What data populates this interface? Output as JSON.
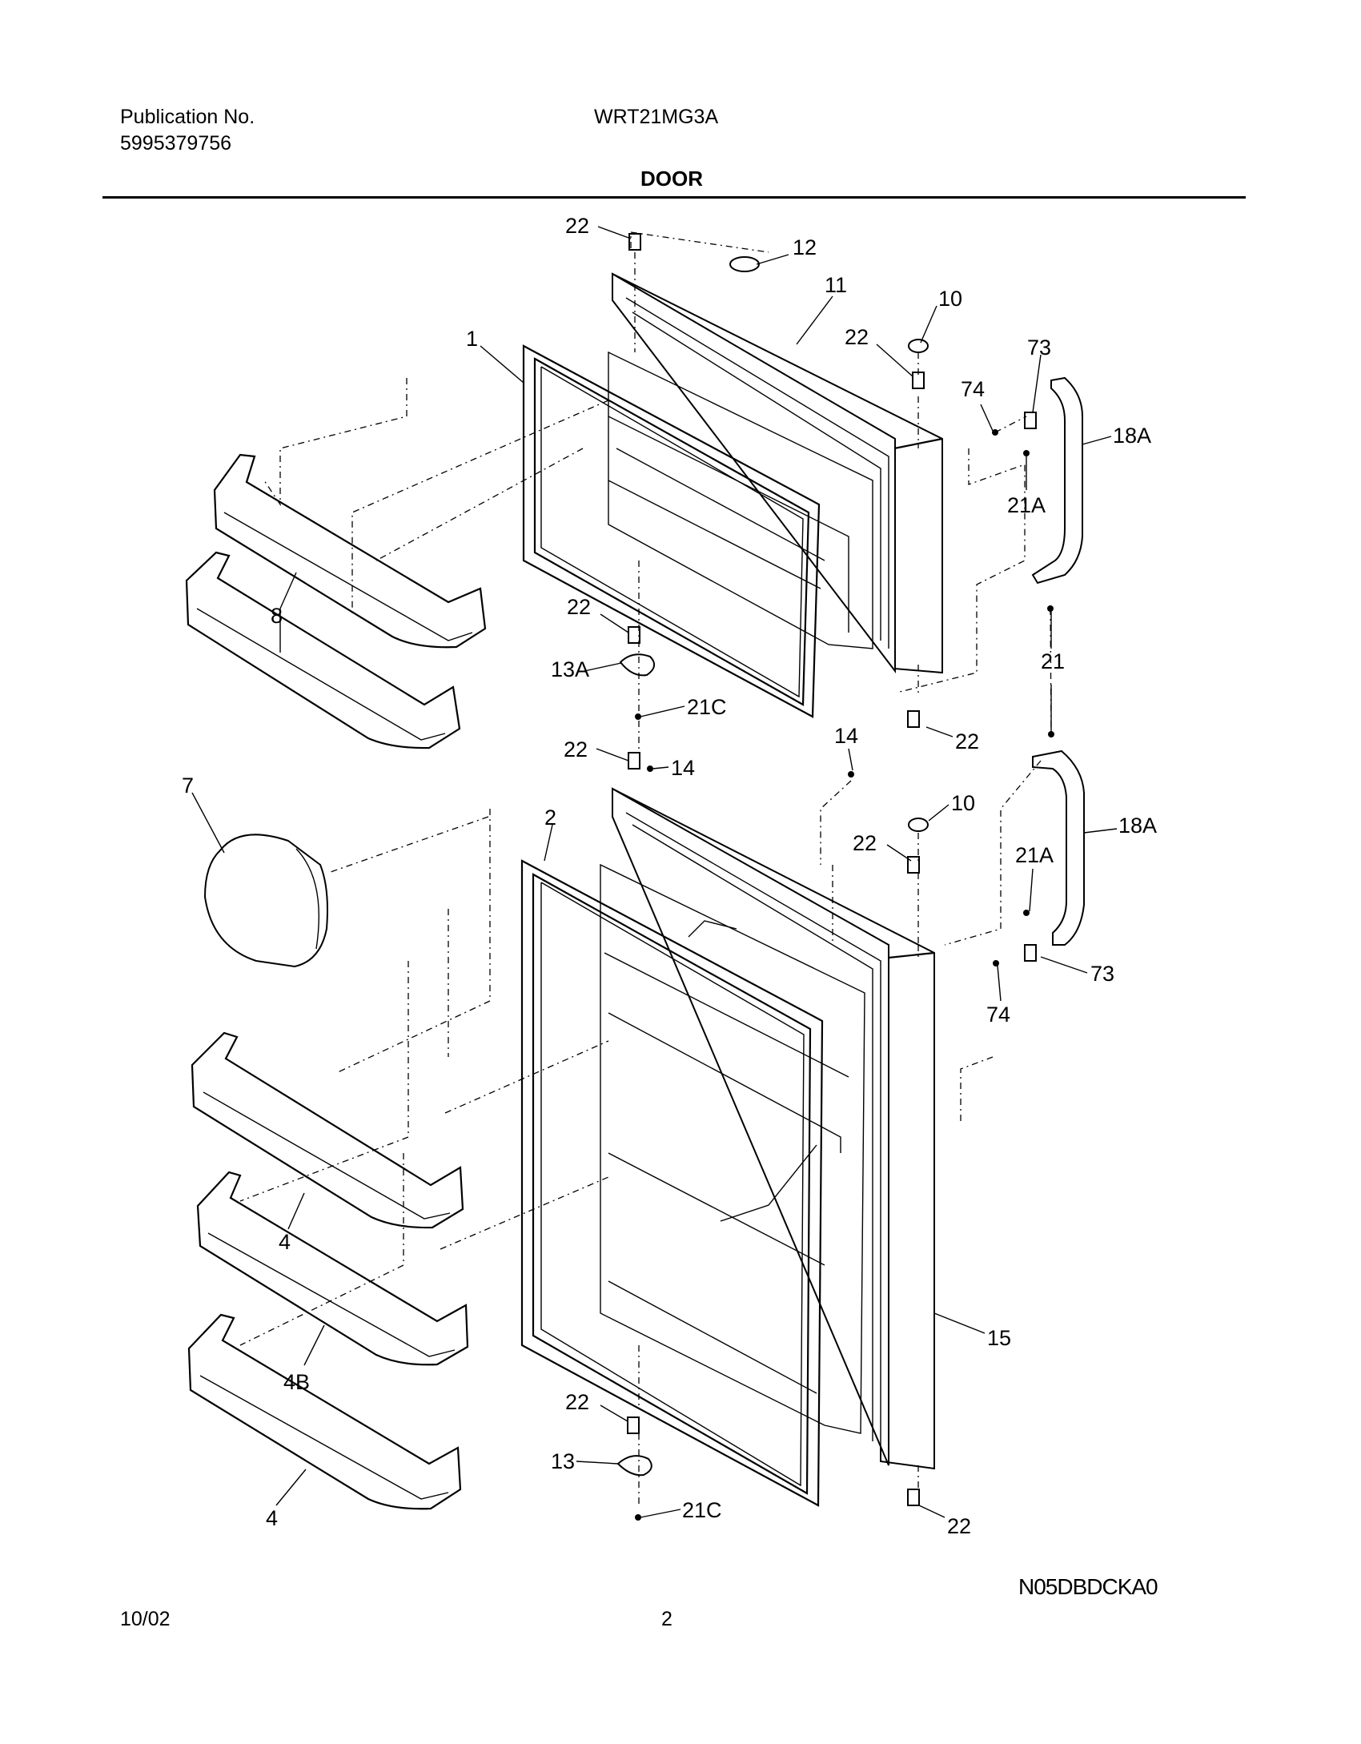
{
  "header": {
    "publication_label": "Publication No.",
    "publication_number": "5995379756",
    "model": "WRT21MG3A",
    "section_title": "DOOR"
  },
  "footer": {
    "date": "10/02",
    "page": "2",
    "diagram_code": "N05DBDCKA0"
  },
  "callouts": {
    "c1": "1",
    "c2": "2",
    "c4a": "4",
    "c4b": "4",
    "c4B": "4B",
    "c7": "7",
    "c8": "8",
    "c10a": "10",
    "c10b": "10",
    "c11": "11",
    "c12": "12",
    "c13": "13",
    "c13A": "13A",
    "c14a": "14",
    "c14b": "14",
    "c15": "15",
    "c18Aa": "18A",
    "c18Ab": "18A",
    "c21": "21",
    "c21Aa": "21A",
    "c21Ab": "21A",
    "c21Ca": "21C",
    "c21Cb": "21C",
    "c22a": "22",
    "c22b": "22",
    "c22c": "22",
    "c22d": "22",
    "c22e": "22",
    "c22f": "22",
    "c22g": "22",
    "c22h": "22",
    "c73a": "73",
    "c73b": "73",
    "c74a": "74",
    "c74b": "74"
  }
}
